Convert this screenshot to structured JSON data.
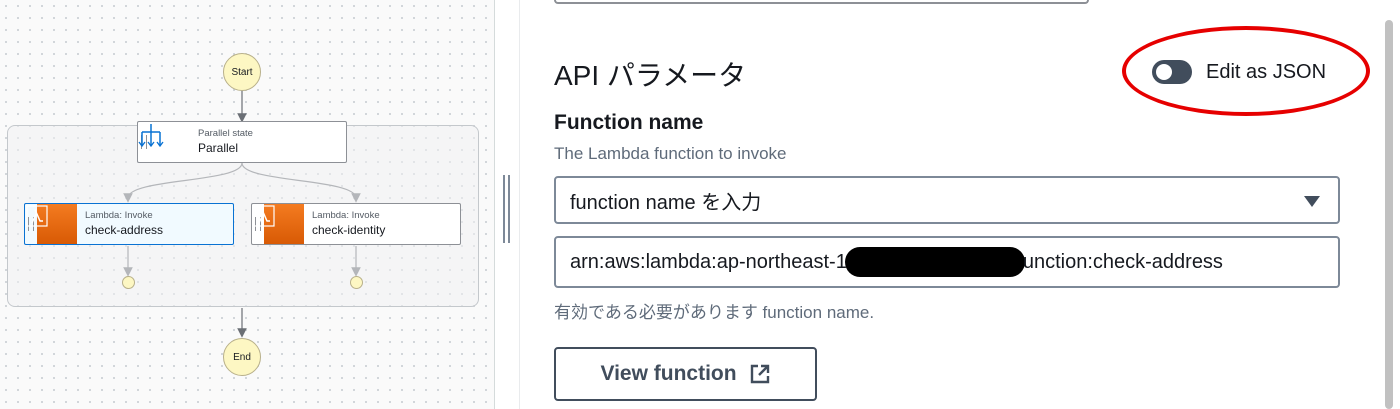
{
  "workflow": {
    "start": "Start",
    "end": "End",
    "parallel": {
      "type": "Parallel state",
      "name": "Parallel"
    },
    "branches": [
      {
        "type": "Lambda: Invoke",
        "name": "check-address",
        "selected": true
      },
      {
        "type": "Lambda: Invoke",
        "name": "check-identity",
        "selected": false
      }
    ],
    "colors": {
      "lambda": "#e8700f",
      "selected_border": "#0972d3",
      "terminal_fill": "#fdf7c3"
    }
  },
  "panel": {
    "section_title": "API パラメータ",
    "edit_json_label": "Edit as JSON",
    "edit_json_enabled": false,
    "function_name": {
      "label": "Function name",
      "description": "The Lambda function to invoke",
      "select_placeholder": "function name を入力",
      "arn_prefix": "arn:aws:lambda:ap-northeast-1",
      "arn_suffix": "unction:check-address",
      "hint": "有効である必要があります function name."
    },
    "view_function_label": "View function",
    "colors": {
      "annotation_ring": "#e60000"
    }
  }
}
